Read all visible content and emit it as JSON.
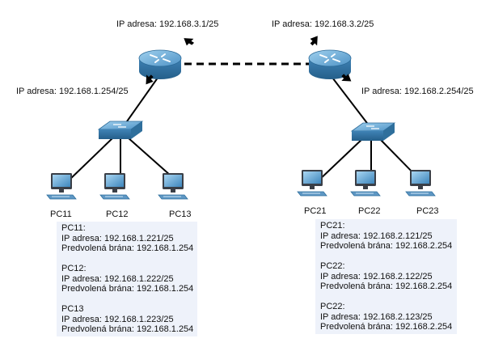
{
  "router_labels": {
    "r1_wan": "IP adresa: 192.168.3.1/25",
    "r2_wan": "IP adresa: 192.168.3.2/25",
    "r1_lan": "IP adresa: 192.168.1.254/25",
    "r2_lan": "IP adresa: 192.168.2.254/25"
  },
  "pcs_left": [
    "PC11",
    "PC12",
    "PC13"
  ],
  "pcs_right": [
    "PC21",
    "PC22",
    "PC23"
  ],
  "info_left": [
    {
      "name": "PC11:",
      "ip": "IP adresa: 192.168.1.221/25",
      "gw": "Predvolená brána: 192.168.1.254"
    },
    {
      "name": "PC12:",
      "ip": "IP adresa: 192.168.1.222/25",
      "gw": "Predvolená brána: 192.168.1.254"
    },
    {
      "name": "PC13",
      "ip": "IP adresa: 192.168.1.223/25",
      "gw": "Predvolená brána: 192.168.1.254"
    }
  ],
  "info_right": [
    {
      "name": "PC21:",
      "ip": "IP adresa: 192.168.2.121/25",
      "gw": "Predvolená brána: 192.168.2.254"
    },
    {
      "name": "PC22:",
      "ip": "IP adresa: 192.168.2.122/25",
      "gw": "Predvolená brána: 192.168.2.254"
    },
    {
      "name": "PC22:",
      "ip": "IP adresa: 192.168.2.123/25",
      "gw": "Predvolená brána: 192.168.2.254"
    }
  ],
  "colors": {
    "device_blue": "#4f93c6",
    "device_dark": "#2f6f9c",
    "info_bg": "#eef2fa",
    "link": "#000000"
  }
}
